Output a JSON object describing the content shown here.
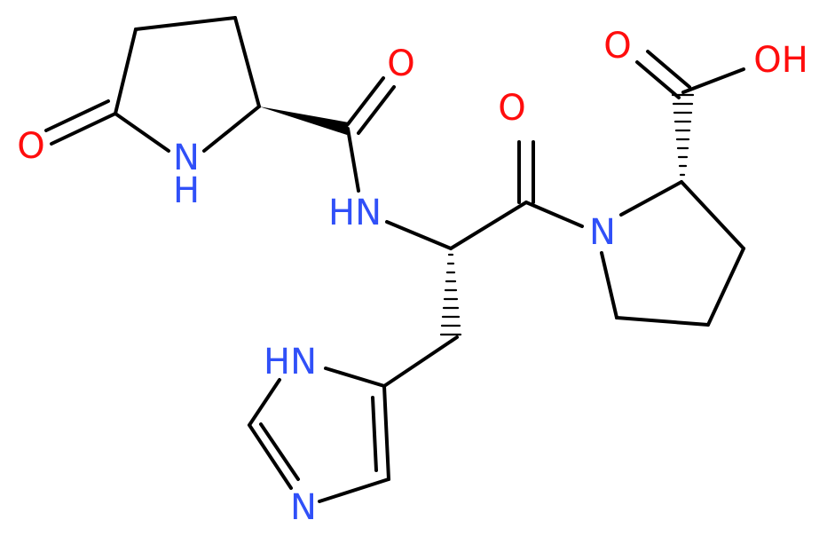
{
  "atoms": {
    "o_lactam": {
      "text": "O",
      "color": "#ff0d0d"
    },
    "nh_lactam_n": {
      "text": "N",
      "color": "#3050f8"
    },
    "nh_lactam_h": {
      "text": "H",
      "color": "#3050f8"
    },
    "o_amide1": {
      "text": "O",
      "color": "#ff0d0d"
    },
    "hn_amide": {
      "text": "HN",
      "color": "#3050f8"
    },
    "o_amide2": {
      "text": "O",
      "color": "#ff0d0d"
    },
    "n_proline": {
      "text": "N",
      "color": "#3050f8"
    },
    "o_acid": {
      "text": "O",
      "color": "#ff0d0d"
    },
    "oh_acid": {
      "text": "OH",
      "color": "#ff0d0d"
    },
    "hn_imidazole": {
      "text": "HN",
      "color": "#3050f8"
    },
    "n_imidazole": {
      "text": "N",
      "color": "#3050f8"
    }
  },
  "colors": {
    "bond": "#000000",
    "carbon": "#000000"
  }
}
